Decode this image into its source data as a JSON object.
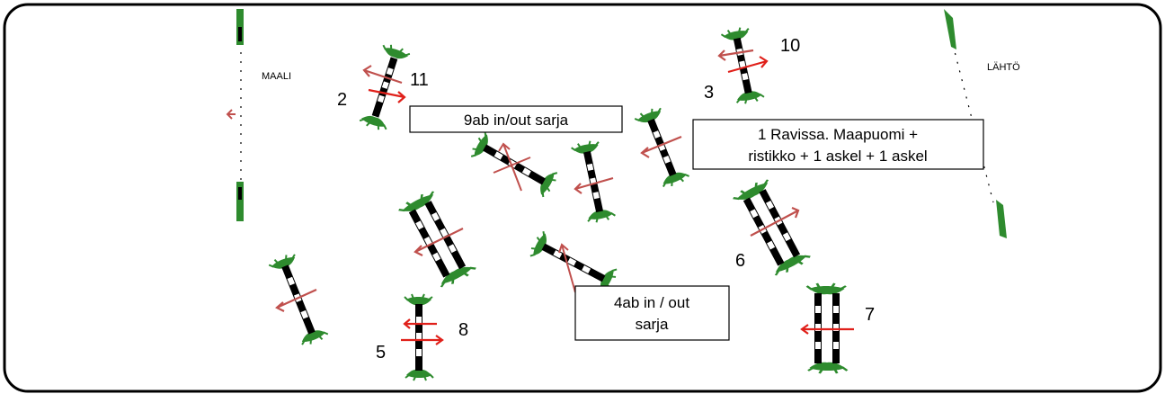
{
  "colors": {
    "border": "#000000",
    "pole_dark": "#000000",
    "pole_light": "#ffffff",
    "wing": "#2e8b2e",
    "arrow": "#c0504d",
    "arrow_red": "#e0201a",
    "background": "#ffffff"
  },
  "labels": {
    "finish": "MAALI",
    "start": "LÄHTÖ"
  },
  "fence_numbers": [
    "2",
    "11",
    "3",
    "10",
    "6",
    "5",
    "8",
    "7"
  ],
  "notes": [
    {
      "lines": [
        "9ab in/out sarja"
      ]
    },
    {
      "lines": [
        "1 Ravissa. Maapuomi +",
        "ristikko + 1 askel + 1 askel"
      ]
    },
    {
      "lines": [
        "4ab in / out",
        "sarja"
      ]
    }
  ],
  "icons": [
    "start-line-icon",
    "finish-line-icon",
    "direction-arrow-icon",
    "jump-fence-icon",
    "oxer-icon"
  ]
}
